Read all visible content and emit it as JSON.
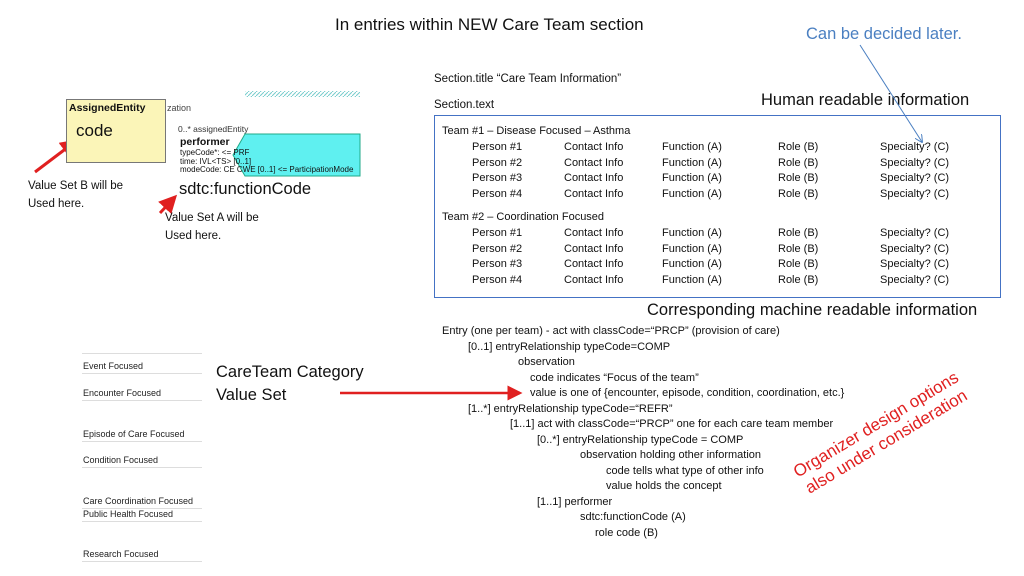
{
  "title": "In entries within NEW Care Team section",
  "note_later": "Can be decided later.",
  "section_title": "Section.title “Care Team Information”",
  "section_text": "Section.text",
  "human_readable": "Human readable information",
  "machine_readable": "Corresponding machine readable information",
  "teams": [
    {
      "name": "Team #1 – Disease Focused – Asthma",
      "rows": [
        [
          "Person #1",
          "Contact Info",
          "Function (A)",
          "Role (B)",
          "Specialty? (C)"
        ],
        [
          "Person #2",
          "Contact Info",
          "Function (A)",
          "Role (B)",
          "Specialty? (C)"
        ],
        [
          "Person #3",
          "Contact Info",
          "Function (A)",
          "Role (B)",
          "Specialty? (C)"
        ],
        [
          "Person #4",
          "Contact Info",
          "Function (A)",
          "Role (B)",
          "Specialty? (C)"
        ]
      ]
    },
    {
      "name": "Team #2 – Coordination Focused",
      "rows": [
        [
          "Person #1",
          "Contact Info",
          "Function (A)",
          "Role (B)",
          "Specialty? (C)"
        ],
        [
          "Person #2",
          "Contact Info",
          "Function (A)",
          "Role (B)",
          "Specialty? (C)"
        ],
        [
          "Person #3",
          "Contact Info",
          "Function (A)",
          "Role (B)",
          "Specialty? (C)"
        ],
        [
          "Person #4",
          "Contact Info",
          "Function (A)",
          "Role (B)",
          "Specialty? (C)"
        ]
      ]
    }
  ],
  "diagram": {
    "assigned_entity": "AssignedEntity",
    "code": "code",
    "zation": "zation",
    "assigned_entity_rel": "0..* assignedEntity",
    "performer": "performer",
    "type_code": "typeCode*: <= PRF",
    "time": "time: IVL<TS> [0..1]",
    "mode_code": "modeCode: CE CWE [0..1] <= ParticipationMode",
    "function_code": "sdtc:functionCode",
    "note_b": [
      "Value Set B will be",
      "Used here."
    ],
    "note_a": [
      "Value Set A will be",
      "Used here."
    ]
  },
  "value_set": {
    "label": [
      "CareTeam Category",
      "Value Set"
    ],
    "items": [
      "Event Focused",
      "Encounter Focused",
      "Episode of Care Focused",
      "Condition Focused",
      "Care Coordination Focused",
      "Public Health Focused",
      "Research Focused"
    ]
  },
  "entry_lines": [
    "Entry (one per team)  - act with classCode=“PRCP” (provision of care)",
    "[0..1] entryRelationship typeCode=COMP",
    "observation",
    "code indicates “Focus of the team”",
    "value is one of {encounter, episode, condition,  coordination, etc.}",
    "[1..*] entryRelationship typeCode=“REFR”",
    "[1..1] act with classCode=“PRCP” one for each care team member",
    "[0..*] entryRelationship typeCode = COMP",
    "observation holding other information",
    "code tells what type of other info",
    "value holds the concept",
    "[1..1] performer",
    "sdtc:functionCode (A)",
    "role code (B)"
  ],
  "organizer_note": [
    "Organizer design options",
    "also under consideration"
  ],
  "colors": {
    "red": "#e02020",
    "blue": "#4472c4",
    "note_blue": "#4a7fc1",
    "cyan": "#5ff0f0",
    "yellow": "#fbf5b8"
  }
}
